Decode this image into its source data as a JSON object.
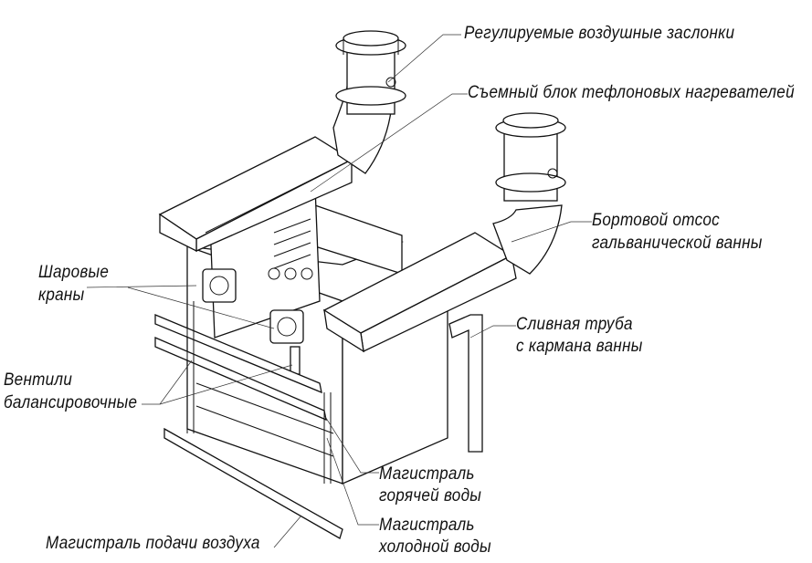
{
  "labels": {
    "air_dampers": "Регулируемые воздушные заслонки",
    "heater_block": "Съемный блок тефлоновых нагревателей",
    "side_exhaust_1": "Бортовой отсос",
    "side_exhaust_2": "гальванической ванны",
    "ball_valves_1": "Шаровые",
    "ball_valves_2": "краны",
    "drain_pipe_1": "Сливная труба",
    "drain_pipe_2": "с кармана ванны",
    "balancing_valves_1": "Вентили",
    "balancing_valves_2": "балансировочные",
    "hot_water_1": "Магистраль",
    "hot_water_2": "горячей воды",
    "cold_water_1": "Магистраль",
    "cold_water_2": "холодной воды",
    "air_supply": "Магистраль подачи воздуха"
  }
}
